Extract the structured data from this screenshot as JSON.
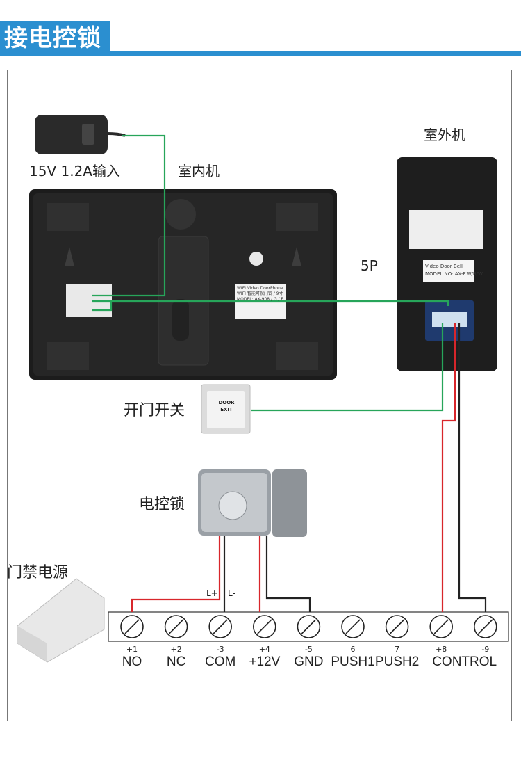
{
  "header": {
    "title": "接电控锁"
  },
  "labels": {
    "power_adapter": "15V 1.2A输入",
    "indoor_unit": "室内机",
    "outdoor_unit": "室外机",
    "five_pin": "5P",
    "exit_switch": "开门开关",
    "electric_lock": "电控锁",
    "access_power": "门禁电源",
    "l_plus": "L+",
    "l_minus": "L-"
  },
  "indoor_label": {
    "line1": "WIFI Video DoorPhone",
    "line2": "WIFI 智能可视门铃 / 9寸",
    "line3": "MODEL: AX-908 / G / B"
  },
  "outdoor_label": {
    "line1": "Video  Door  Bell",
    "line2": "MODEL NO: AX-F.W/B/W"
  },
  "exit_button": {
    "line1": "DOOR",
    "line2": "EXIT"
  },
  "terminals": [
    {
      "num": "+1",
      "name": "NO"
    },
    {
      "num": "+2",
      "name": "NC"
    },
    {
      "num": "-3",
      "name": "COM"
    },
    {
      "num": "+4",
      "name": "+12V"
    },
    {
      "num": "-5",
      "name": "GND"
    },
    {
      "num": "6",
      "name": "PUSH1"
    },
    {
      "num": "7",
      "name": "PUSH2"
    },
    {
      "num": "+8",
      "name": "CONTROL"
    },
    {
      "num": "-9",
      "name": ""
    }
  ],
  "colors": {
    "accent": "#2b8fd0",
    "green_wire": "#27a55a",
    "red_wire": "#d8262b",
    "black_wire": "#222222"
  }
}
